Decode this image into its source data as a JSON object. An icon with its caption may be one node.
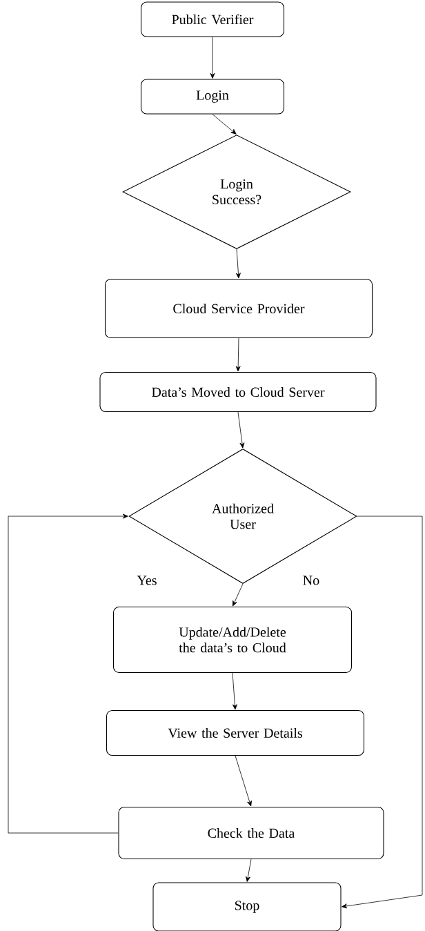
{
  "diagram": {
    "nodes": [
      {
        "text": [
          "Public Verifier"
        ]
      },
      {
        "text": [
          "Login"
        ]
      },
      {
        "text": [
          "Login Success?"
        ]
      },
      {
        "text": [
          "Cloud Service Provider"
        ]
      },
      {
        "text": [
          "Data’s Moved to Cloud Server"
        ]
      },
      {
        "text": [
          "Authorized User"
        ]
      },
      {
        "text": [
          "Update/Add/Delete the data’s to Cloud"
        ]
      },
      {
        "text": [
          "View the Server Details"
        ]
      },
      {
        "text": [
          "Check the Data"
        ]
      },
      {
        "text": [
          "Stop"
        ]
      }
    ],
    "edges": [
      {
        "from": 0,
        "to": 1,
        "arrow": "to"
      },
      {
        "from": 1,
        "to": 2,
        "arrow": "to"
      },
      {
        "from": 2,
        "to": 3,
        "arrow": "to"
      },
      {
        "from": 3,
        "to": 4,
        "arrow": "to"
      },
      {
        "from": 4,
        "to": 5,
        "arrow": "to"
      },
      {
        "from": 5,
        "to": 6,
        "arrow": "to"
      },
      {
        "from": 6,
        "to": 7,
        "arrow": "to"
      },
      {
        "from": 7,
        "to": 8,
        "arrow": "to"
      },
      {
        "from": 8,
        "to": 9,
        "arrow": "to"
      },
      {
        "from": 8,
        "to": 5,
        "arrow": "to"
      },
      {
        "from": 5,
        "to": 9,
        "arrow": "to"
      }
    ],
    "labels": [
      "Yes",
      "No"
    ]
  }
}
